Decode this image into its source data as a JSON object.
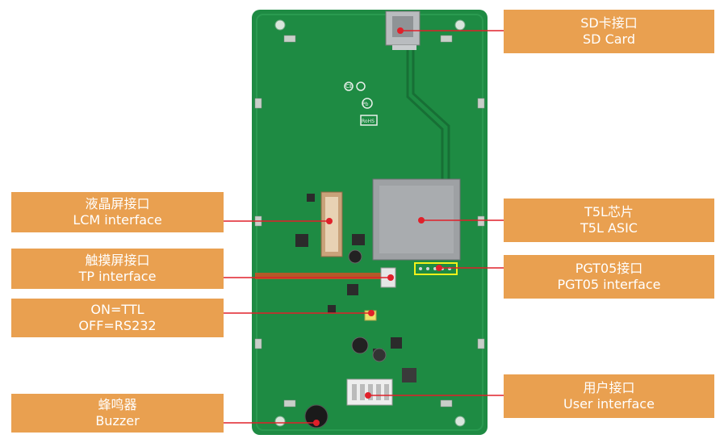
{
  "labels": {
    "sd": {
      "line1": "SD卡接口",
      "line2": "SD Card"
    },
    "lcm": {
      "line1": "液晶屏接口",
      "line2": "LCM interface"
    },
    "tp": {
      "line1": "触摸屏接口",
      "line2": "TP interface"
    },
    "ttl": {
      "line1": "ON=TTL",
      "line2": "OFF=RS232"
    },
    "buzzer": {
      "line1": "蜂鸣器",
      "line2": "Buzzer"
    },
    "t5l": {
      "line1": "T5L芯片",
      "line2": "T5L ASIC"
    },
    "pgt": {
      "line1": "PGT05接口",
      "line2": "PGT05 interface"
    },
    "user": {
      "line1": "用户接口",
      "line2": "User interface"
    }
  },
  "board": {
    "marks": {
      "ce": "CE",
      "rohs": "RoHS",
      "pb": "Pb"
    },
    "colors": {
      "pcb": "#1E8B43",
      "pcb_dark": "#176F35",
      "label_bg": "#E9A050",
      "leader": "#E0202A"
    }
  }
}
